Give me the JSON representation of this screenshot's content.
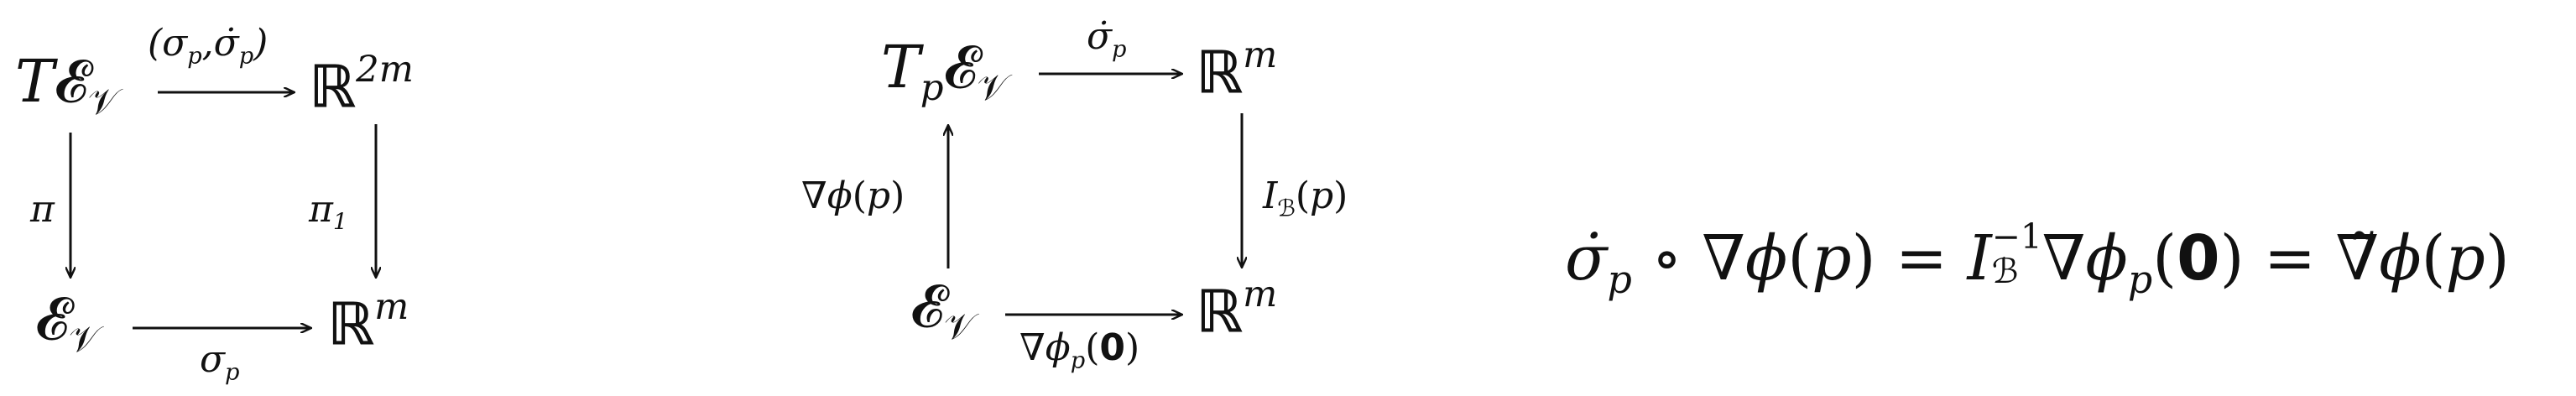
{
  "diagram1": {
    "top_left": "T𝓔_𝒱",
    "top_right": "ℝ^{2m}",
    "bottom_left": "𝓔_𝒱",
    "bottom_right": "ℝ^m",
    "top_arrow": "(σ_p, σ̇_p)",
    "bottom_arrow": "σ_p",
    "left_arrow": "π",
    "right_arrow": "π_1"
  },
  "diagram2": {
    "top_left": "T_p𝓔_𝒱",
    "top_right": "ℝ^m",
    "bottom_left": "𝓔_𝒱",
    "bottom_right": "ℝ^m",
    "top_arrow": "σ̇_p",
    "bottom_arrow": "∇ϕ_p(𝟎)",
    "left_arrow": "∇ϕ(p)",
    "right_arrow": "I_ℬ(p)"
  },
  "equation": "σ̇_p ∘ ∇ϕ(p) = I_ℬ^{-1}∇ϕ_p(𝟎) = ∇̃ϕ(p)"
}
